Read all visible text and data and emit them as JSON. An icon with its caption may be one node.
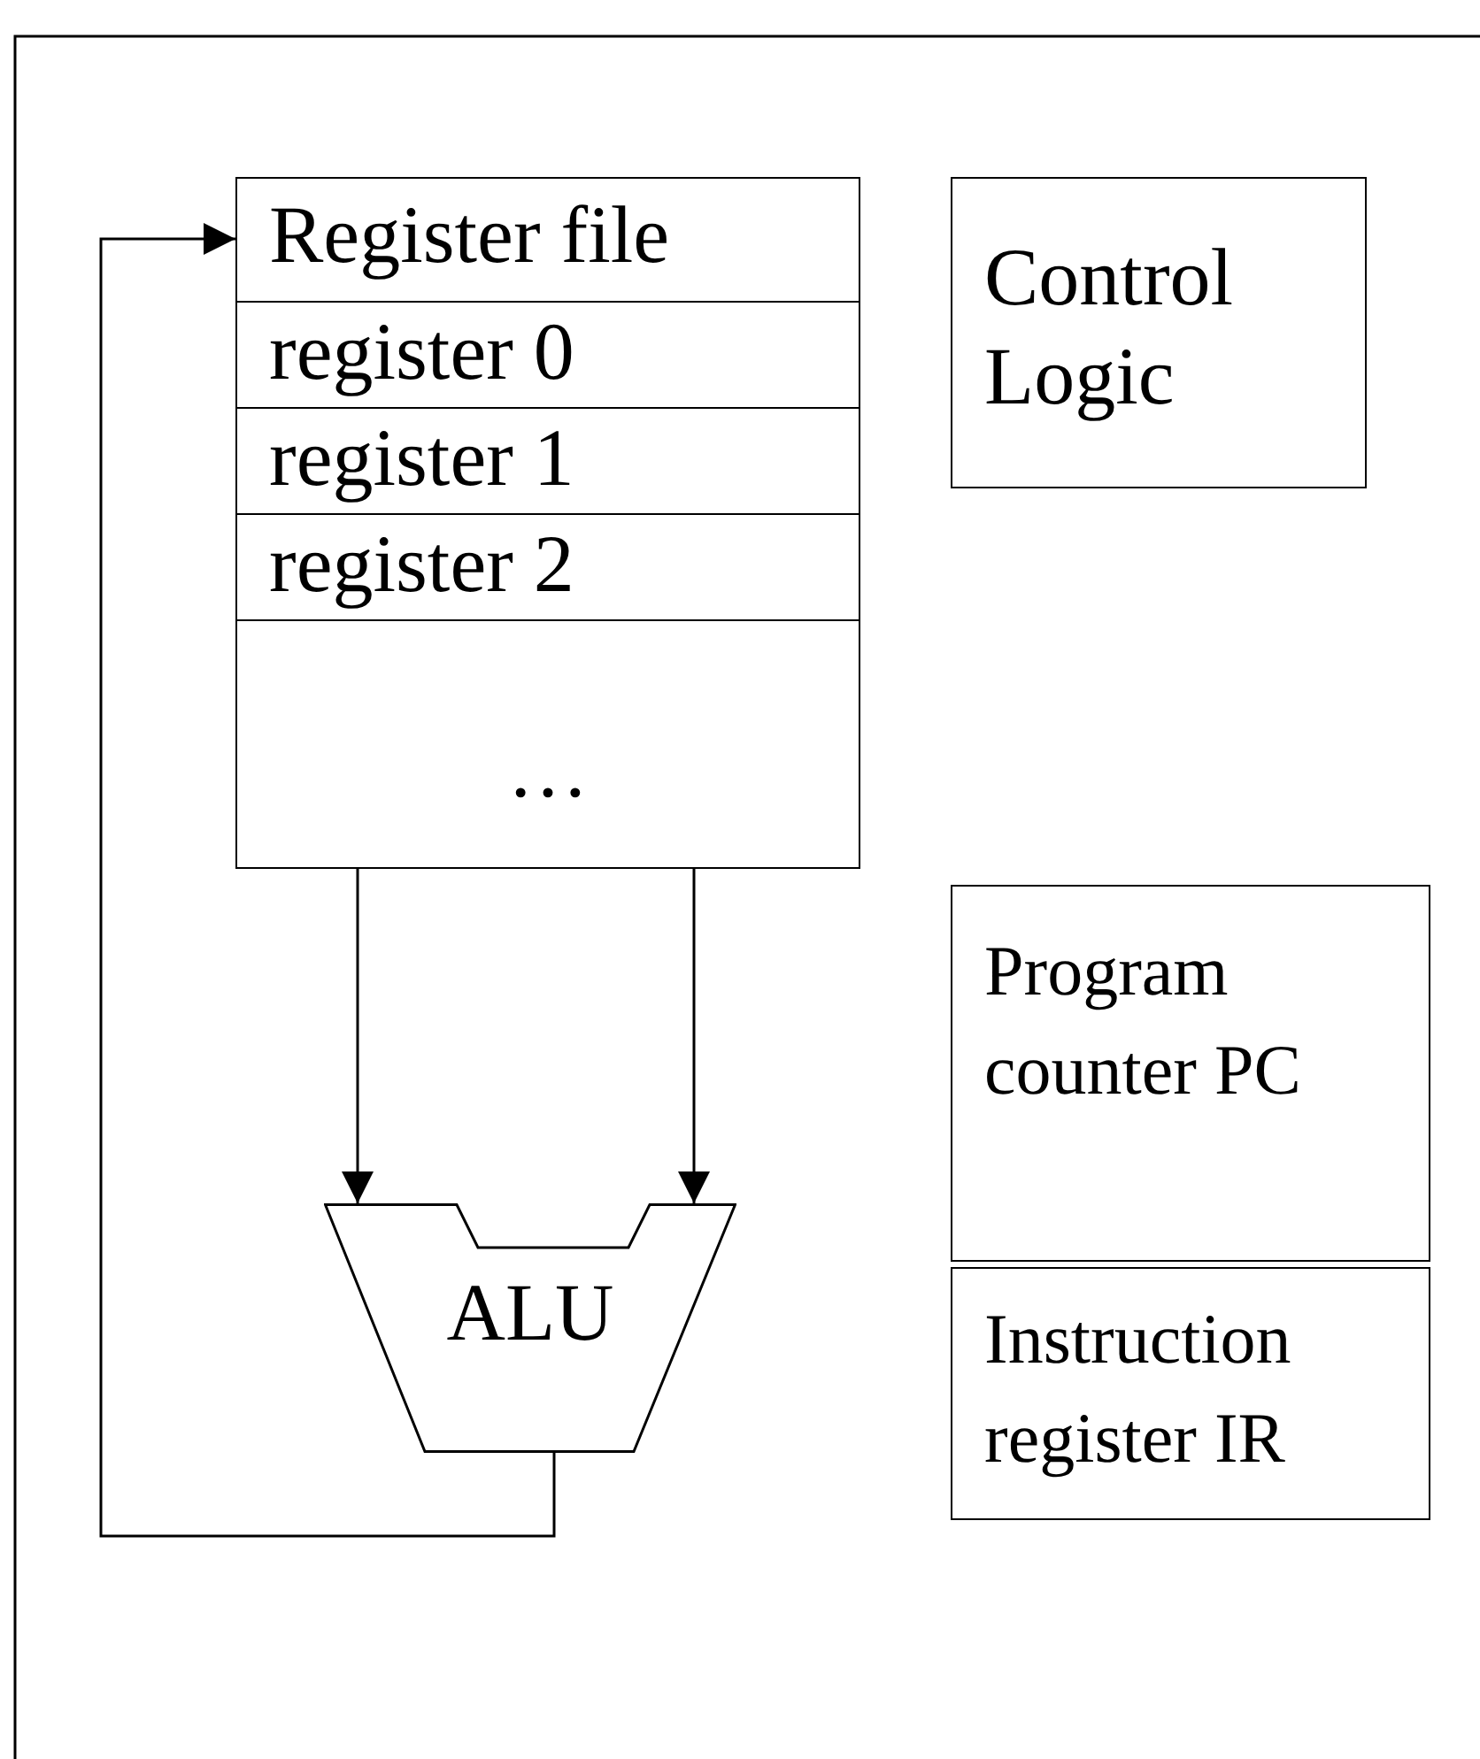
{
  "diagram": {
    "nodes": [
      {
        "text": [
          "Register file"
        ]
      },
      {
        "text": [
          "register 0"
        ]
      },
      {
        "text": [
          "register 1"
        ]
      },
      {
        "text": [
          "register 2"
        ]
      },
      {
        "text": [
          "…"
        ]
      },
      {
        "text": [
          "Control Logic"
        ]
      },
      {
        "text": [
          "ALU"
        ]
      },
      {
        "text": [
          "Program counter PC"
        ]
      },
      {
        "text": [
          "Instruction register IR"
        ]
      }
    ],
    "edges": [
      {
        "from": 4,
        "to": 6,
        "arrow": "to"
      },
      {
        "from": 4,
        "to": 6,
        "arrow": "to"
      },
      {
        "from": 6,
        "to": 0,
        "arrow": "to"
      }
    ]
  }
}
